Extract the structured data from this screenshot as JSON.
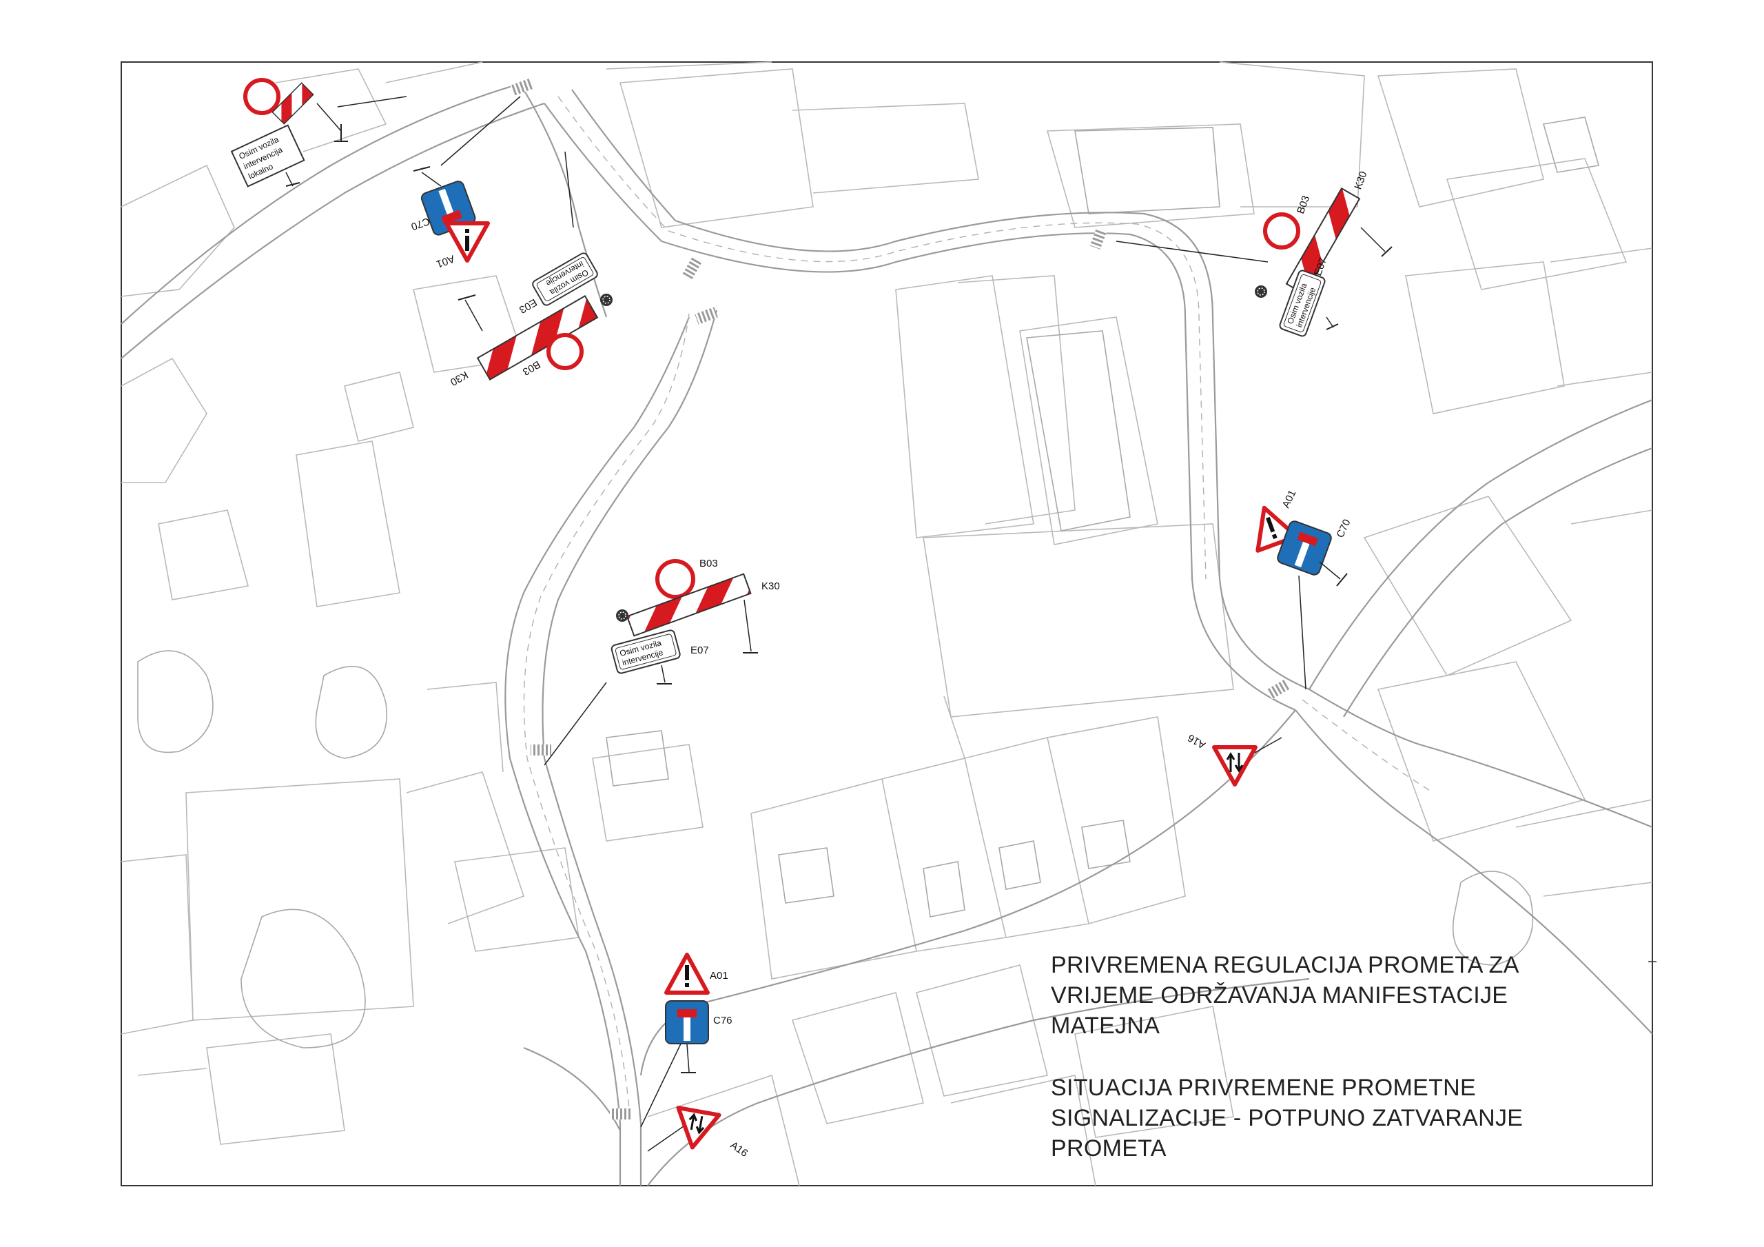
{
  "colors": {
    "line": "#b9b9b9",
    "road": "#9a9a9a",
    "red": "#d71920",
    "blue": "#1f6fb8",
    "frame": "#333333"
  },
  "signs": {
    "a01": "A01",
    "a16": "A16",
    "b03": "B03",
    "c70": "C70",
    "c76": "C76",
    "e03": "E03",
    "e07": "E07",
    "k30": "K30"
  },
  "plates": {
    "local_1": "Osim vozila",
    "local_2": "intervencija",
    "local_3": "lokalno",
    "intervention_1": "Osim vozila",
    "intervention_2": "intervencije"
  },
  "caption": {
    "title_1": "PRIVREMENA REGULACIJA PROMETA ZA",
    "title_2": "VRIJEME ODRŽAVANJA MANIFESTACIJE",
    "title_3": "MATEJNA",
    "sub_1": "SITUACIJA PRIVREMENE PROMETNE",
    "sub_2": "SIGNALIZACIJE - POTPUNO ZATVARANJE",
    "sub_3": "PROMETA"
  }
}
